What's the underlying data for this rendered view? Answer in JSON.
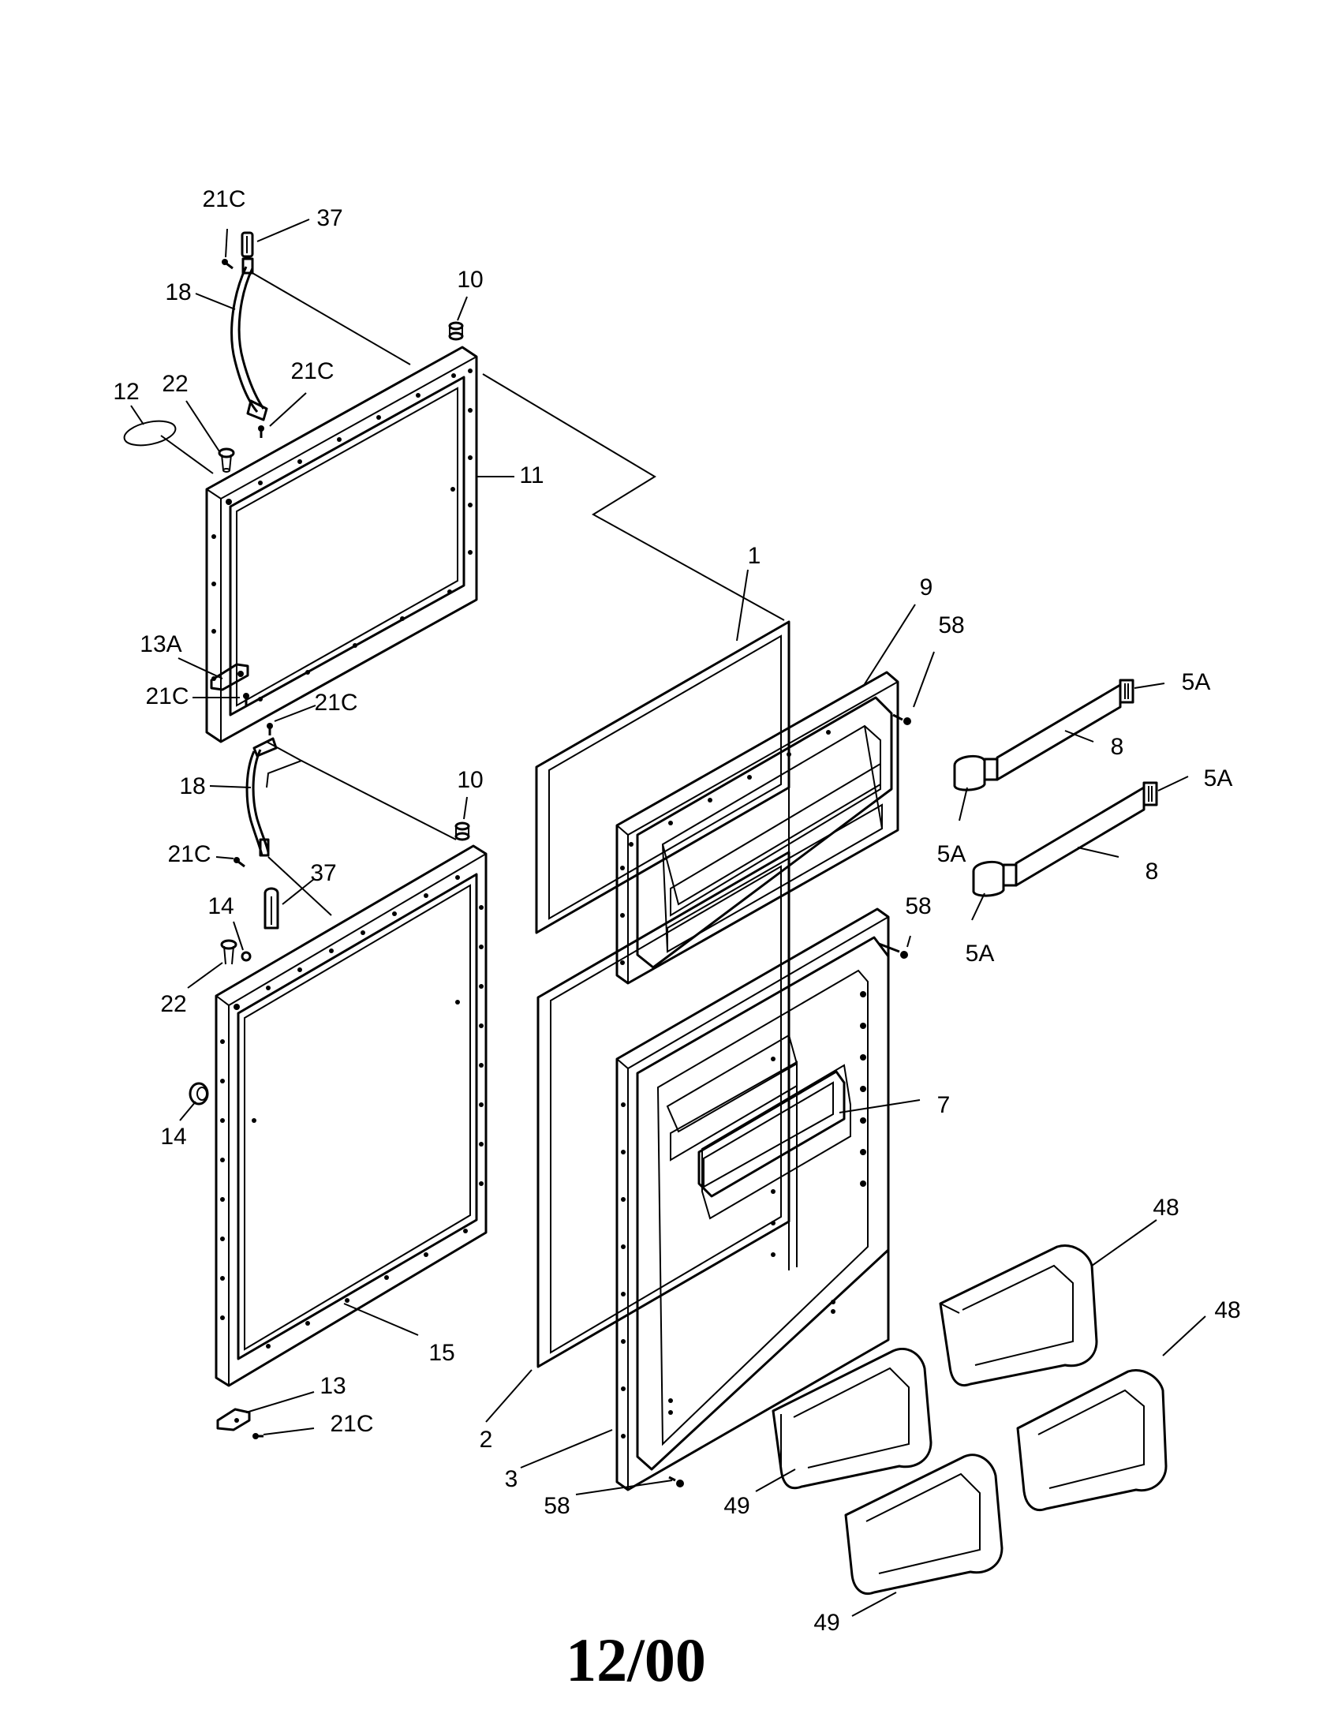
{
  "diagram": {
    "footer_date": "12/00",
    "callouts": [
      {
        "id": "c-21c-a",
        "text": "21C"
      },
      {
        "id": "c-37-a",
        "text": "37"
      },
      {
        "id": "c-18-a",
        "text": "18"
      },
      {
        "id": "c-10-a",
        "text": "10"
      },
      {
        "id": "c-21c-b",
        "text": "21C"
      },
      {
        "id": "c-12",
        "text": "12"
      },
      {
        "id": "c-22-a",
        "text": "22"
      },
      {
        "id": "c-11",
        "text": "11"
      },
      {
        "id": "c-13a",
        "text": "13A"
      },
      {
        "id": "c-21c-c",
        "text": "21C"
      },
      {
        "id": "c-21c-d",
        "text": "21C"
      },
      {
        "id": "c-18-b",
        "text": "18"
      },
      {
        "id": "c-10-b",
        "text": "10"
      },
      {
        "id": "c-21c-e",
        "text": "21C"
      },
      {
        "id": "c-37-b",
        "text": "37"
      },
      {
        "id": "c-14-a",
        "text": "14"
      },
      {
        "id": "c-22-b",
        "text": "22"
      },
      {
        "id": "c-14-b",
        "text": "14"
      },
      {
        "id": "c-15",
        "text": "15"
      },
      {
        "id": "c-13",
        "text": "13"
      },
      {
        "id": "c-21c-f",
        "text": "21C"
      },
      {
        "id": "c-1",
        "text": "1"
      },
      {
        "id": "c-9",
        "text": "9"
      },
      {
        "id": "c-58-a",
        "text": "58"
      },
      {
        "id": "c-5a-a",
        "text": "5A"
      },
      {
        "id": "c-8-a",
        "text": "8"
      },
      {
        "id": "c-5a-b",
        "text": "5A"
      },
      {
        "id": "c-5a-c",
        "text": "5A"
      },
      {
        "id": "c-8-b",
        "text": "8"
      },
      {
        "id": "c-5a-d",
        "text": "5A"
      },
      {
        "id": "c-58-b",
        "text": "58"
      },
      {
        "id": "c-7",
        "text": "7"
      },
      {
        "id": "c-48-a",
        "text": "48"
      },
      {
        "id": "c-48-b",
        "text": "48"
      },
      {
        "id": "c-2",
        "text": "2"
      },
      {
        "id": "c-3",
        "text": "3"
      },
      {
        "id": "c-58-c",
        "text": "58"
      },
      {
        "id": "c-49-a",
        "text": "49"
      },
      {
        "id": "c-49-b",
        "text": "49"
      }
    ]
  }
}
